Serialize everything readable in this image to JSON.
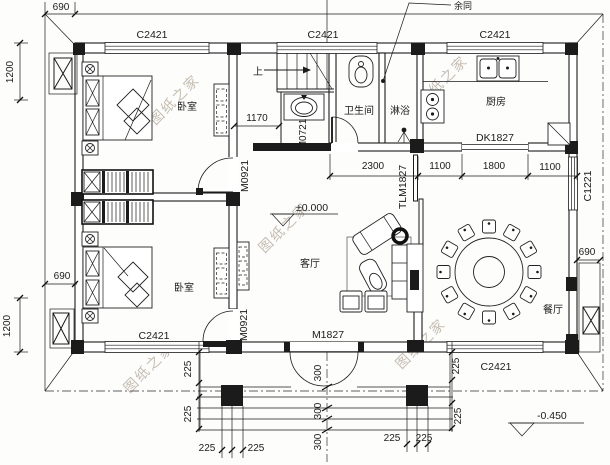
{
  "watermark": {
    "text": "图纸之家"
  },
  "rooms": {
    "bedroom": "卧室",
    "living": "客厅",
    "dining": "餐厅",
    "kitchen": "厨房",
    "bath": "卫生间",
    "shower": "淋浴"
  },
  "stairs": {
    "up": "上"
  },
  "notes": {
    "rest_same": "余同"
  },
  "openings": {
    "c2421": "C2421",
    "c1221": "C1221",
    "m1827": "M1827",
    "m0921": "M0921",
    "m0721": "M0721",
    "dk1827": "DK1827",
    "tlm1827": "TLM1827"
  },
  "levels": {
    "floor": "±0.000",
    "ground": "-0.450"
  },
  "dims": {
    "d690": "690",
    "d1200": "1200",
    "d1170": "1170",
    "d2300": "2300",
    "d1100": "1100",
    "d1800": "1800",
    "d225": "225",
    "d300": "300"
  }
}
